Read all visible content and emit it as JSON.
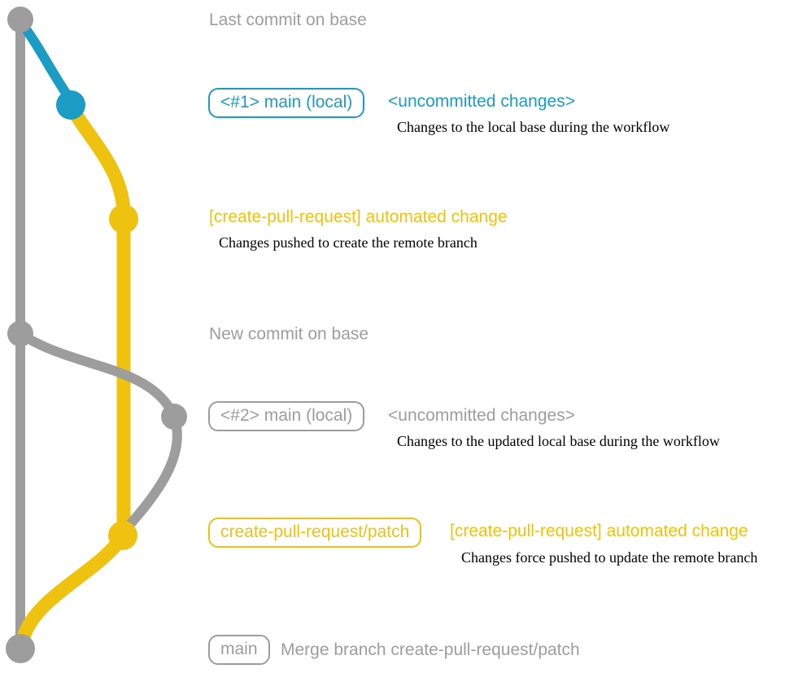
{
  "colors": {
    "gray": "#9d9d9d",
    "blue": "#1b9cc4",
    "yellow": "#eec20e",
    "ink": "#000000"
  },
  "labels": {
    "last_commit": "Last commit on base",
    "new_commit": "New commit on base",
    "step1": {
      "branch_badge": "<#1> main (local)",
      "heading": "<uncommitted changes>",
      "description": "Changes to the local base during the workflow"
    },
    "step2": {
      "heading": "[create-pull-request] automated change",
      "description": "Changes pushed to create the remote branch"
    },
    "step3": {
      "branch_badge": "<#2> main (local)",
      "heading": "<uncommitted changes>",
      "description": "Changes to the updated local base during the workflow"
    },
    "step4": {
      "branch_badge": "create-pull-request/patch",
      "heading": "[create-pull-request] automated change",
      "description": "Changes force pushed to update the remote branch"
    },
    "merge": {
      "branch_badge": "main",
      "text": "Merge branch create-pull-request/patch"
    }
  }
}
